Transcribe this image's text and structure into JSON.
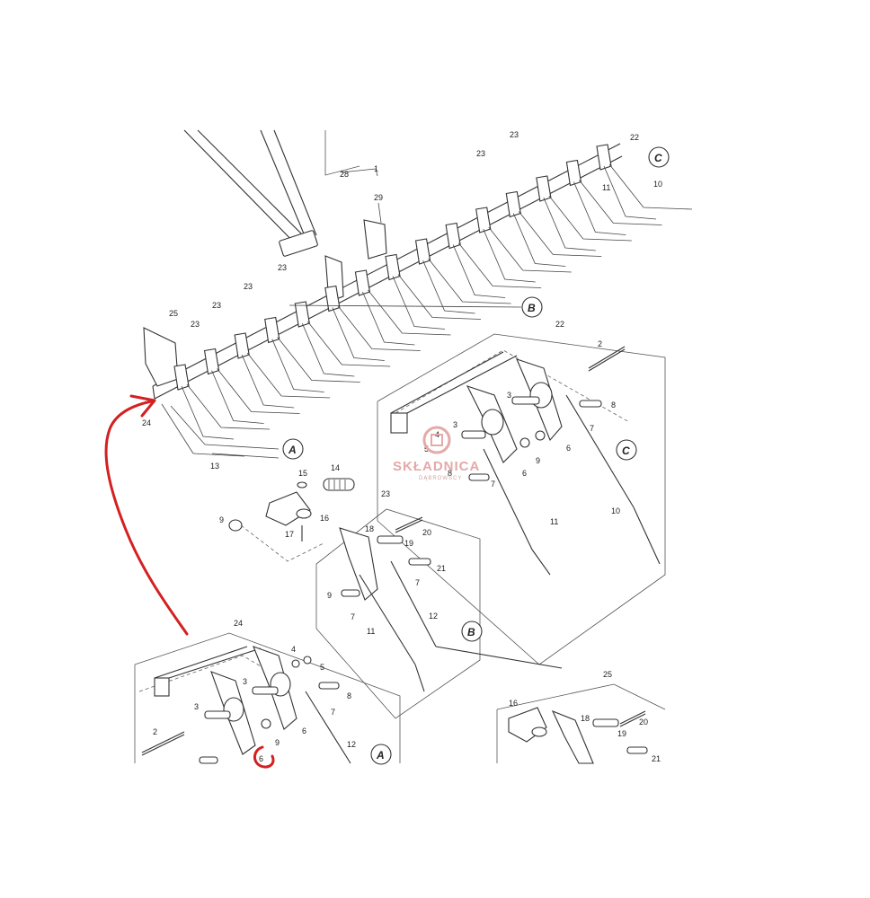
{
  "labels": {
    "l1": "1",
    "l28": "28",
    "l29": "29",
    "l22": "22",
    "l23": "23",
    "l11": "11",
    "l10": "10",
    "l25": "25",
    "l24": "24",
    "l13": "13",
    "l14": "14",
    "l15": "15",
    "l16": "16",
    "l17": "17",
    "l9": "9",
    "l18": "18",
    "l19": "19",
    "l20": "20",
    "l21": "21",
    "l7": "7",
    "l12": "12",
    "l2": "2",
    "l3": "3",
    "l4": "4",
    "l5": "5",
    "l6": "6",
    "l8": "8"
  },
  "callouts": {
    "a": "A",
    "b": "B",
    "c": "C"
  },
  "watermark": {
    "brand": "SKŁADNICA",
    "sub": "DĄBROWSCY"
  },
  "colors": {
    "annotation": "#d42020",
    "line": "#333333",
    "watermark": "#e4a9a9"
  }
}
